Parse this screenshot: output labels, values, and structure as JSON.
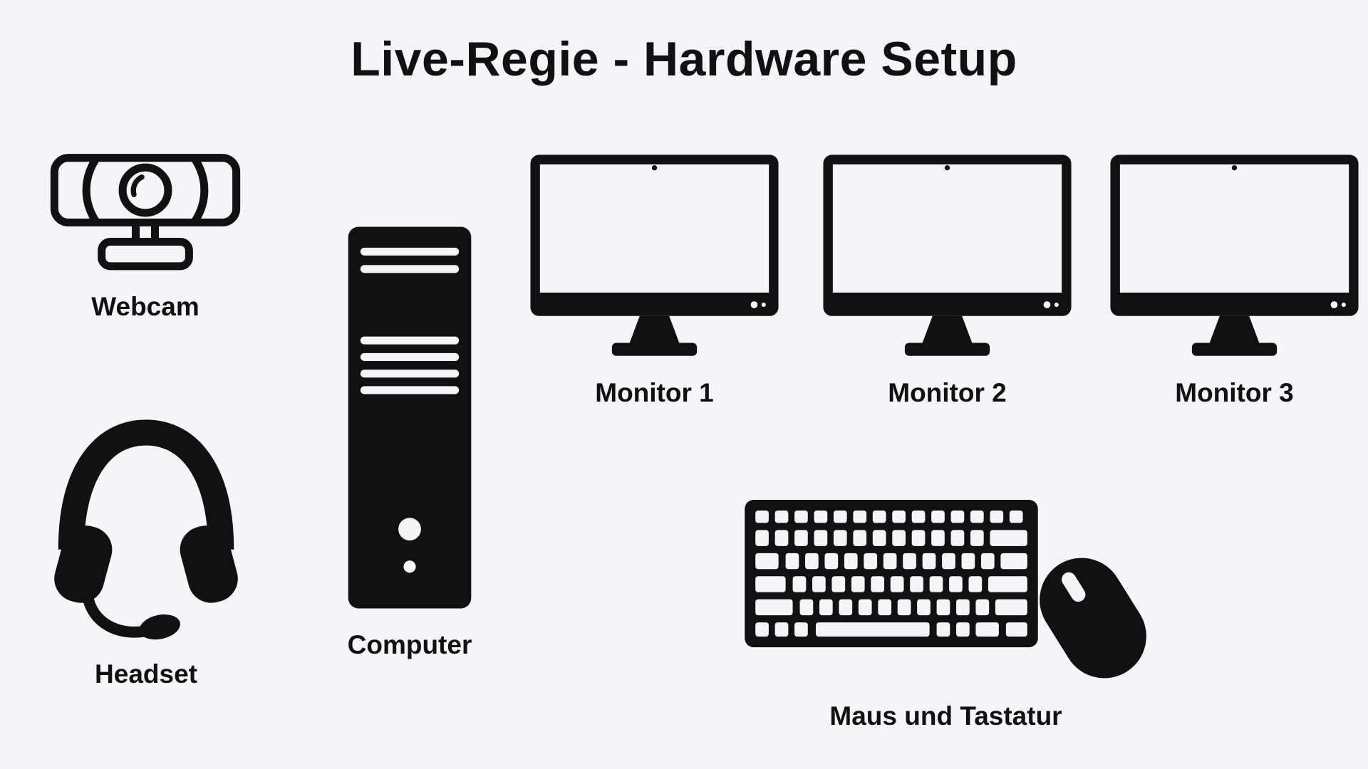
{
  "title": "Live-Regie - Hardware Setup",
  "colors": {
    "background": "#f4f5f8",
    "ink": "#111111"
  },
  "devices": {
    "webcam": {
      "label": "Webcam"
    },
    "headset": {
      "label": "Headset"
    },
    "computer": {
      "label": "Computer"
    },
    "monitor_1": {
      "label": "Monitor 1"
    },
    "monitor_2": {
      "label": "Monitor 2"
    },
    "monitor_3": {
      "label": "Monitor 3"
    },
    "mouse_keyboard": {
      "label": "Maus und Tastatur"
    }
  }
}
